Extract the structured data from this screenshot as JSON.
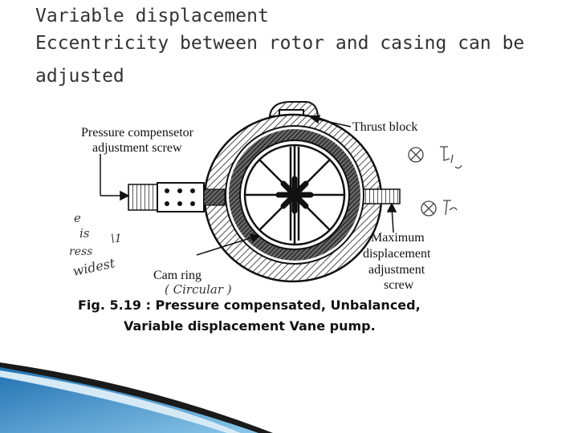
{
  "slide": {
    "heading_line1": "Variable displacement",
    "heading_line2": "Eccentricity between rotor and casing can be",
    "heading_line3": "adjusted"
  },
  "diagram": {
    "label_pressure_line1": "Pressure compensetor",
    "label_pressure_line2": "adjustment screw",
    "label_thrust": "Thrust block",
    "label_max_line1": "Maximum",
    "label_max_line2": "displacement",
    "label_max_line3": "adjustment",
    "label_max_line4": "screw",
    "label_cam": "Cam ring",
    "caption_line1": "Fig. 5.19 : Pressure compensated, Unbalanced,",
    "caption_line2": "Variable displacement Vane pump.",
    "handwritten_circular": "( Circular )",
    "handwritten_left": [
      "e",
      "is",
      "\\1",
      "ress",
      "widest"
    ]
  },
  "colors": {
    "heading": "#333333",
    "accent_blue": "#2e7dbd",
    "accent_dark": "#1a1a1a"
  }
}
